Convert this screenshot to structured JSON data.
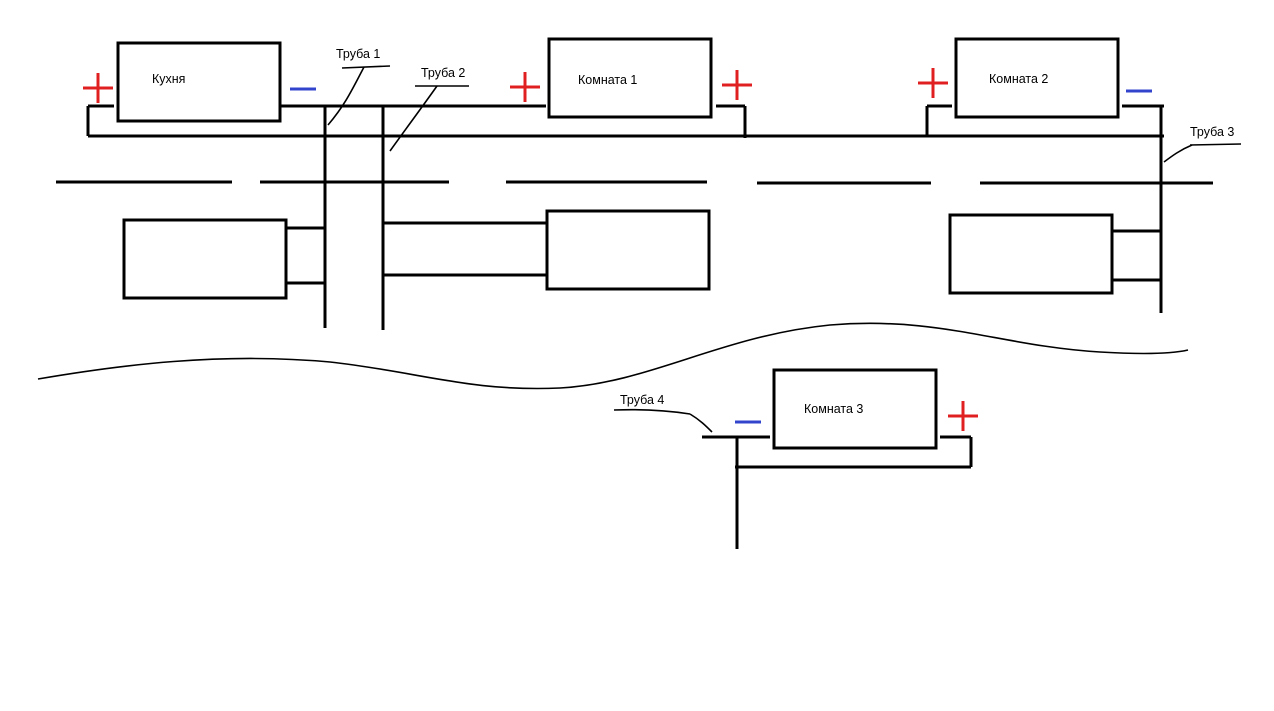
{
  "rooms": {
    "kitchen": "Кухня",
    "room1": "Комната 1",
    "room2": "Комната 2",
    "room3": "Комната 3"
  },
  "pipes": {
    "pipe1": "Труба 1",
    "pipe2": "Труба 2",
    "pipe3": "Труба 3",
    "pipe4": "Труба 4"
  },
  "colors": {
    "plus": "#e02020",
    "minus": "#3344cc",
    "line": "#000000"
  }
}
